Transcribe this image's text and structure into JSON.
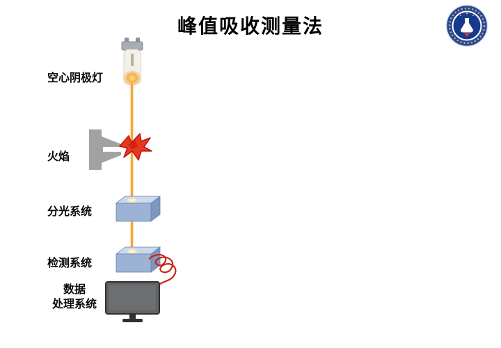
{
  "title": "峰值吸收测量法",
  "diagram": {
    "lamp_label": "空心阴极灯",
    "flame_label": "火焰",
    "spectro_label": "分光系统",
    "detector_label": "检测系统",
    "data_label_line1": "数据",
    "data_label_line2": "处理系统"
  },
  "icons": {
    "badge": "institution-badge-logo",
    "lamp": "hollow-cathode-lamp-icon",
    "flame": "burner-flame-icon",
    "spectro": "spectrometer-box-icon",
    "detector": "detector-box-icon",
    "monitor": "computer-monitor-icon",
    "cable": "signal-cable-icon",
    "beam": "light-beam"
  },
  "colors": {
    "beam": "#f2a63c",
    "beam_glow": "#ffd98a",
    "burner": "#a2a2a2",
    "flame_red": "#e8381c",
    "flame_dark": "#b81410",
    "box_front": "#9db3d6",
    "box_top": "#ccd9ec",
    "box_side": "#7e97bf",
    "box_edge": "#6b83aa",
    "monitor": "#616365",
    "monitor_dark": "#2e3032",
    "cable": "#cc2418",
    "logo_blue": "#24479e",
    "logo_inner": "#153a8c",
    "logo_gold": "#e8b64c"
  }
}
